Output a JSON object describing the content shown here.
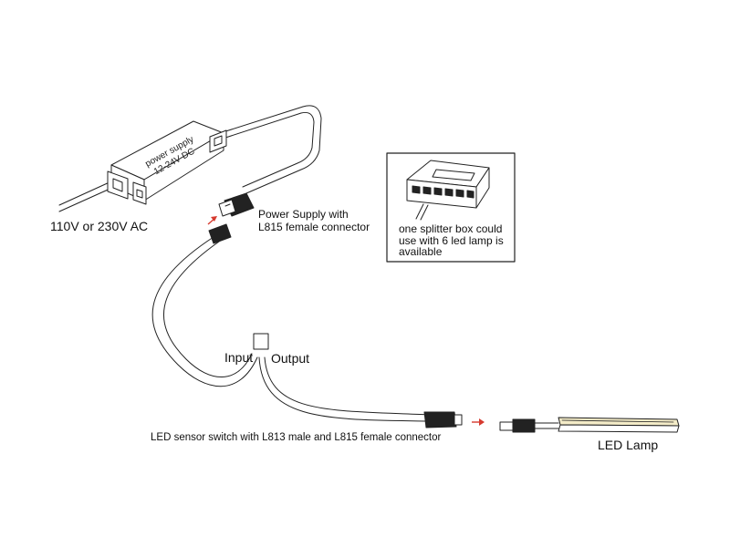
{
  "labels": {
    "mains": "110V or 230V AC",
    "power_supply_line1": "Power Supply with",
    "power_supply_line2": "L815 female connector",
    "input": "Input",
    "output": "Output",
    "sensor_switch": "LED sensor switch with L813 male and L815 female connector",
    "led_lamp": "LED Lamp",
    "splitter_line1": "one splitter box could",
    "splitter_line2": "use with 6 led lamp is",
    "splitter_line3": "available"
  },
  "psu": {
    "text_line1": "power supply",
    "text_line2": "12-24V DC"
  },
  "colors": {
    "line": "#222222",
    "arrow": "#d63a2f",
    "led_strip": "#f4ecc8"
  }
}
